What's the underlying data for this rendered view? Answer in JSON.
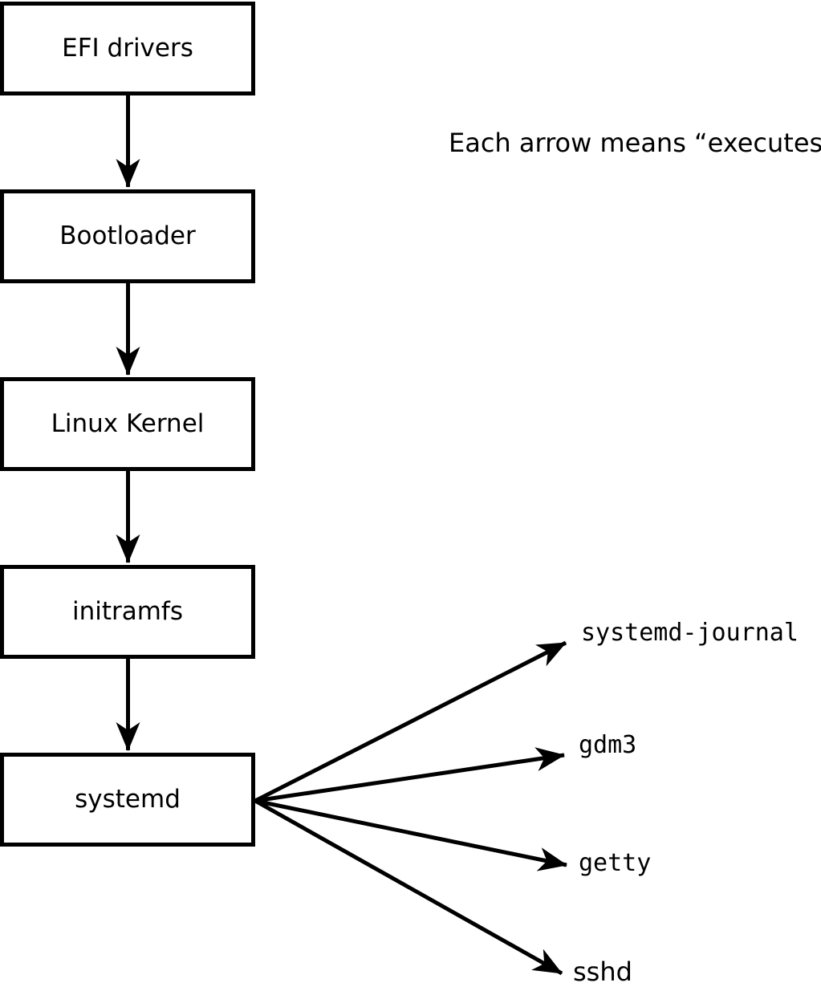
{
  "diagram": {
    "note": "Each arrow means “executes”.",
    "chain": [
      {
        "label": "EFI drivers"
      },
      {
        "label": "Bootloader"
      },
      {
        "label": "Linux Kernel"
      },
      {
        "label": "initramfs"
      },
      {
        "label": "systemd"
      }
    ],
    "children": [
      {
        "label": "systemd-journal"
      },
      {
        "label": "gdm3"
      },
      {
        "label": "getty"
      },
      {
        "label": "sshd"
      }
    ],
    "arrow_meaning": "executes",
    "colors": {
      "stroke": "#000000",
      "box_fill": "#ffffff",
      "background": "#ffffff",
      "text": "#000000"
    }
  }
}
